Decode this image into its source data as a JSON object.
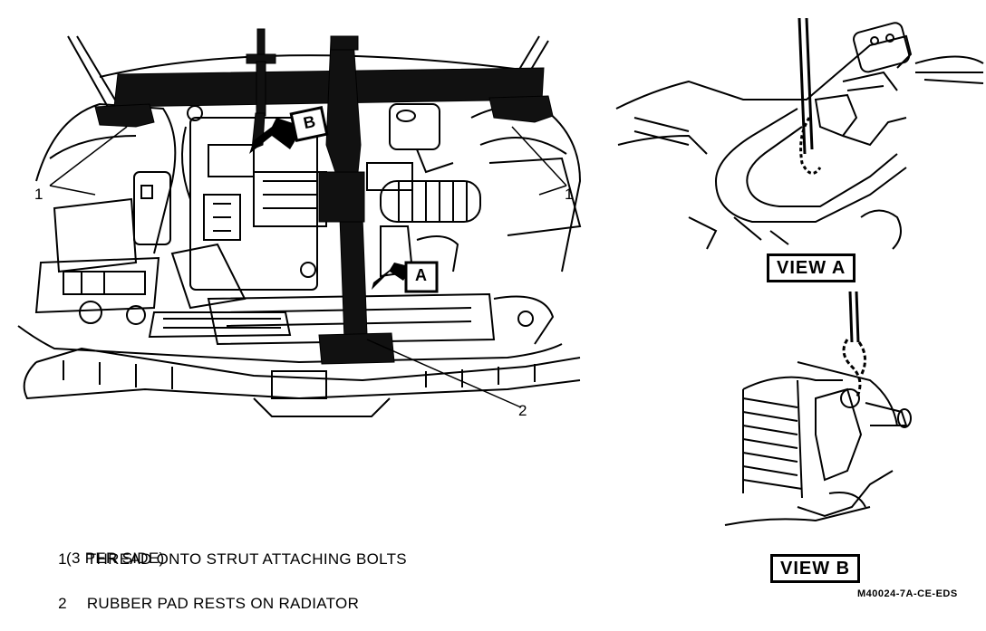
{
  "callouts": {
    "one_left": "1",
    "one_right": "1",
    "two": "2",
    "arrow_a": "A",
    "arrow_b": "B"
  },
  "views": {
    "view_a": "VIEW A",
    "view_b": "VIEW B"
  },
  "legend": [
    {
      "num": "1",
      "text": "THREAD ONTO STRUT ATTACHING BOLTS",
      "sub": "(3 PER SIDE)"
    },
    {
      "num": "2",
      "text": "RUBBER PAD RESTS ON RADIATOR"
    }
  ],
  "figure_code": "M40024-7A-CE-EDS"
}
